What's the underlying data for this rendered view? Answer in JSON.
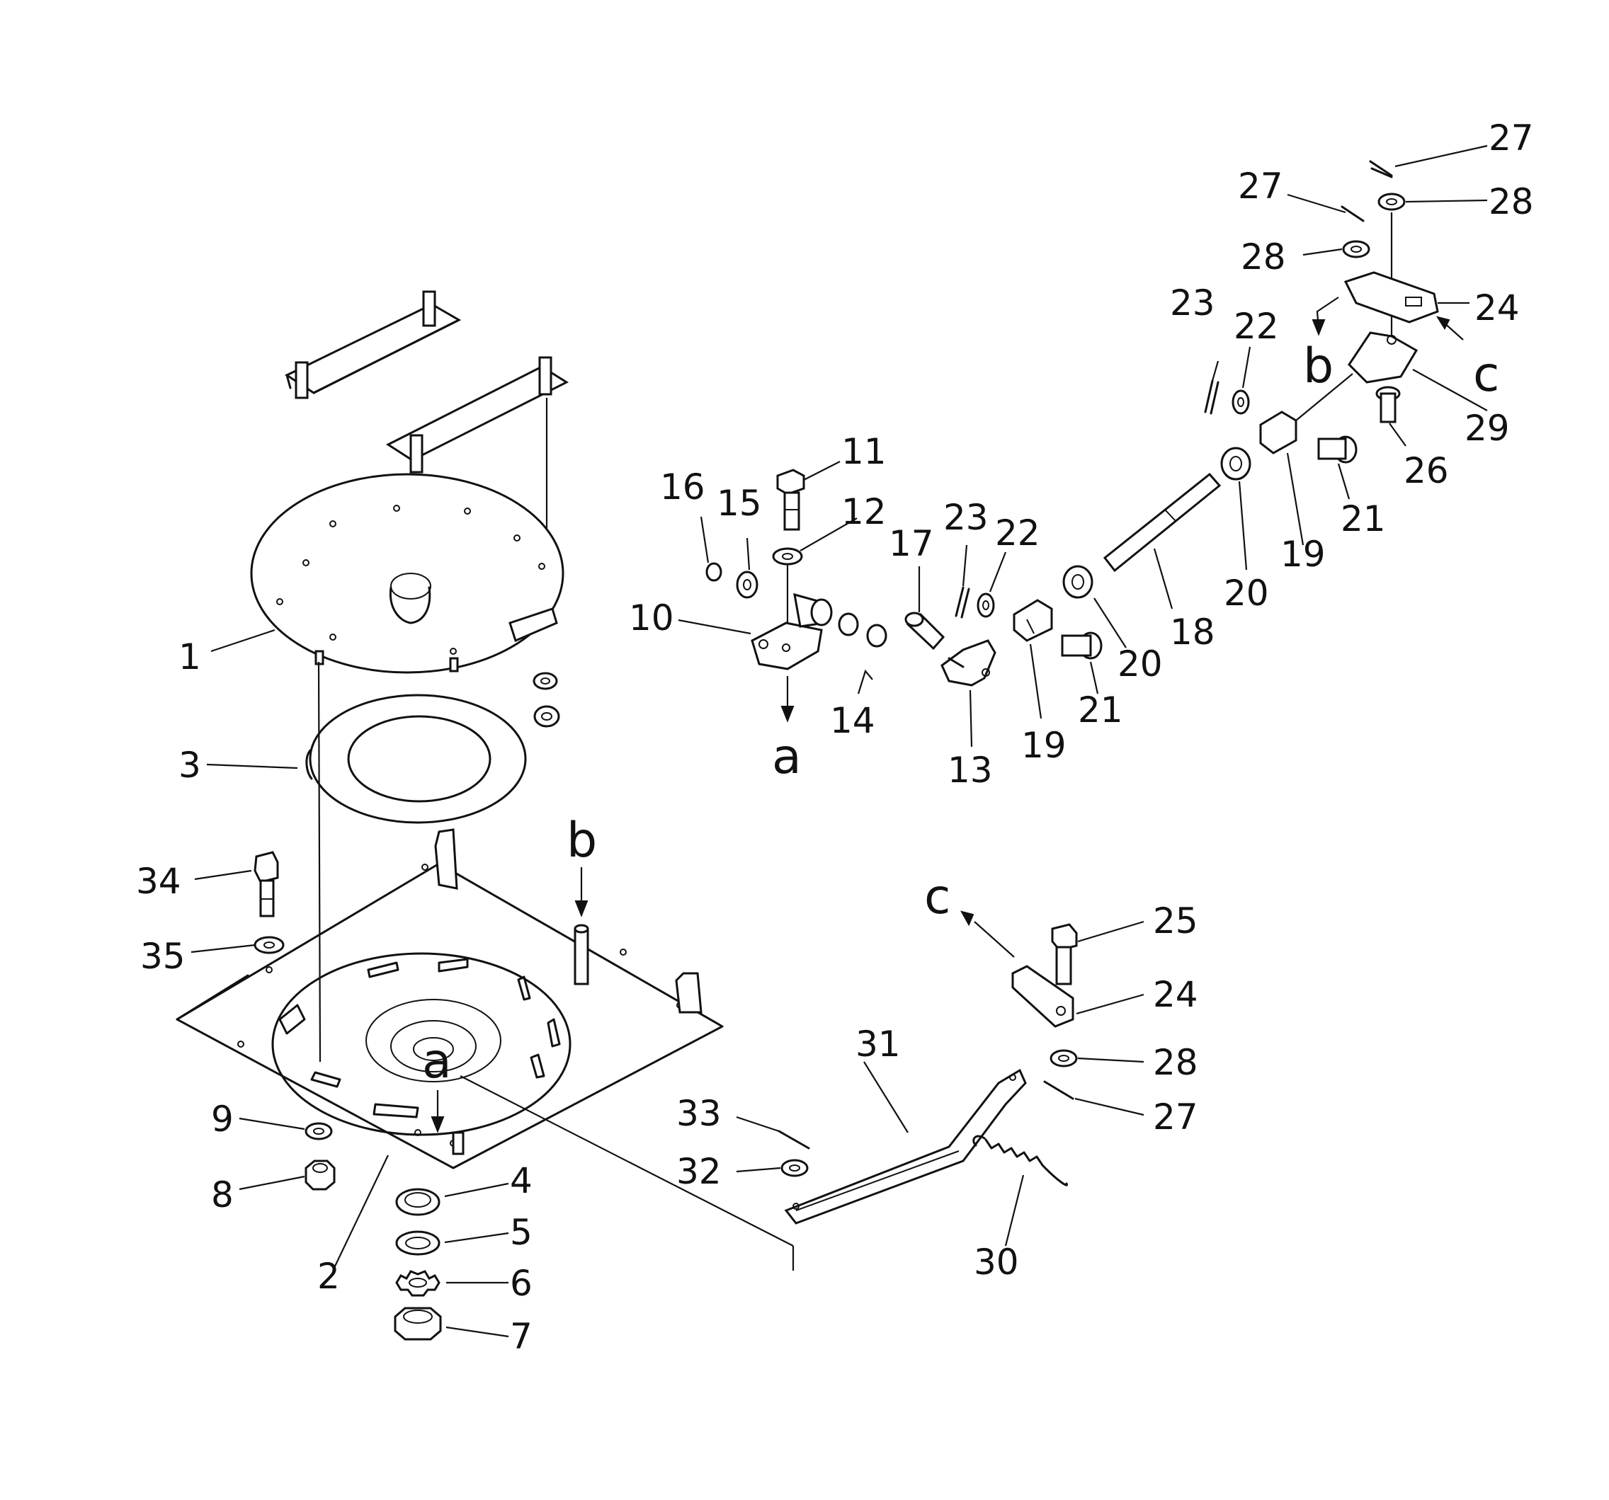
{
  "diagram": {
    "callouts": [
      "1",
      "2",
      "3",
      "4",
      "5",
      "6",
      "7",
      "8",
      "9",
      "10",
      "11",
      "12",
      "14",
      "15",
      "16",
      "17",
      "18",
      "19",
      "19",
      "20",
      "20",
      "21",
      "21",
      "22",
      "22",
      "23",
      "23",
      "24",
      "24",
      "25",
      "26",
      "27",
      "27",
      "27",
      "28",
      "28",
      "28",
      "29",
      "30",
      "31",
      "32",
      "33",
      "34",
      "35",
      "13"
    ],
    "reference_letters": [
      "a",
      "a",
      "b",
      "b",
      "c",
      "c"
    ]
  }
}
